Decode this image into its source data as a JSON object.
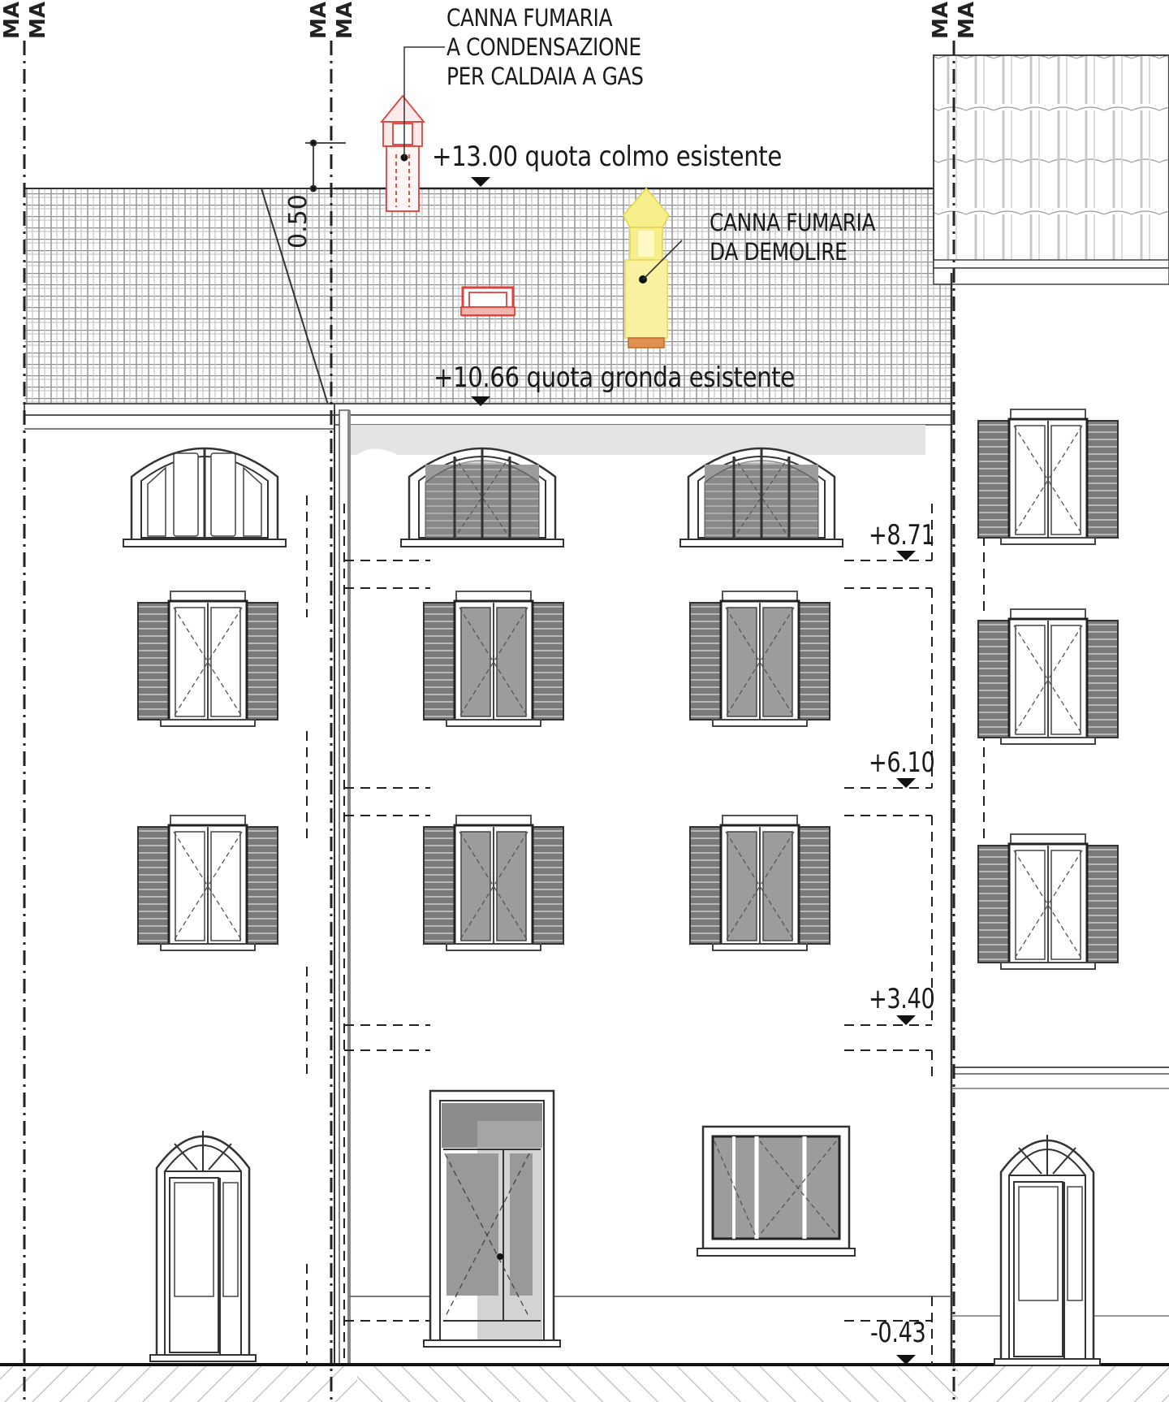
{
  "drawing": {
    "type": "architectural facade elevation",
    "axis_labels": [
      "MA",
      "MA",
      "MA",
      "MA",
      "MA",
      "MA"
    ],
    "annotations": {
      "new_flue": {
        "lines": [
          "CANNA FUMARIA",
          "A CONDENSAZIONE",
          "PER CALDAIA A GAS"
        ],
        "color": "#e0403a"
      },
      "flue_to_demolish": {
        "lines": [
          "CANNA FUMARIA",
          "DA DEMOLIRE"
        ],
        "color": "#f5ec7a"
      }
    },
    "elevations": {
      "ridge": "+13.00 quota colmo esistente",
      "eave": "+10.66 quota gronda esistente",
      "level_3": "+8.71",
      "level_2": "+6.10",
      "level_1": "+3.40",
      "ground": "-0.43"
    },
    "dimension": "0.50",
    "colors": {
      "line": "#222222",
      "roof_tile": "#9a9a9a",
      "glass": "#9c9c9c",
      "shutter": "#6e6e6e",
      "new_element": "#e0403a",
      "demolish_element": "#f7ef8a"
    }
  }
}
